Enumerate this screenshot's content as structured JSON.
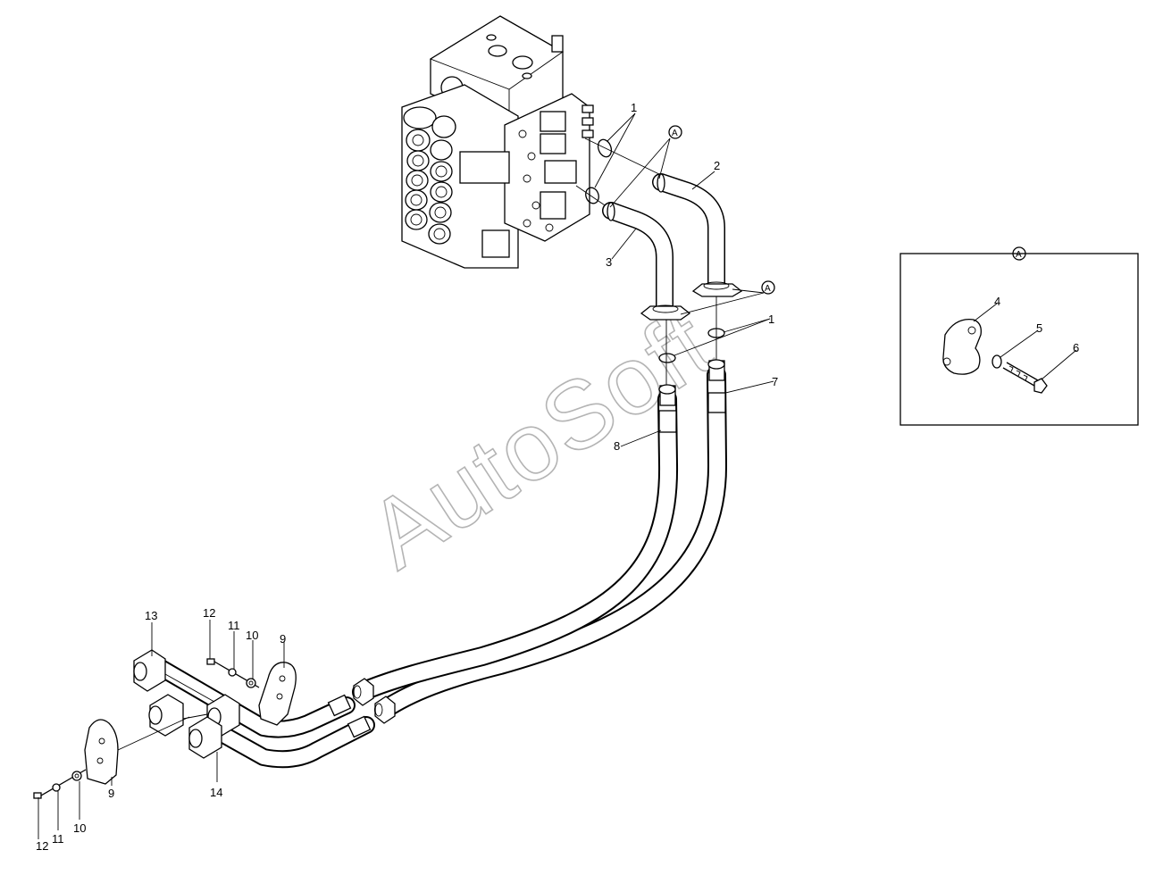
{
  "watermark": "AutoSoft",
  "detail_view": {
    "label": "A"
  },
  "callouts": {
    "c1a": "1",
    "c1b": "1",
    "c2": "2",
    "c3": "3",
    "c4": "4",
    "c5": "5",
    "c6": "6",
    "c7": "7",
    "c8": "8",
    "c9a": "9",
    "c9b": "9",
    "c10a": "10",
    "c10b": "10",
    "c11a": "11",
    "c11b": "11",
    "c12a": "12",
    "c12b": "12",
    "c13": "13",
    "c14": "14",
    "cA1": "A",
    "cA2": "A"
  }
}
